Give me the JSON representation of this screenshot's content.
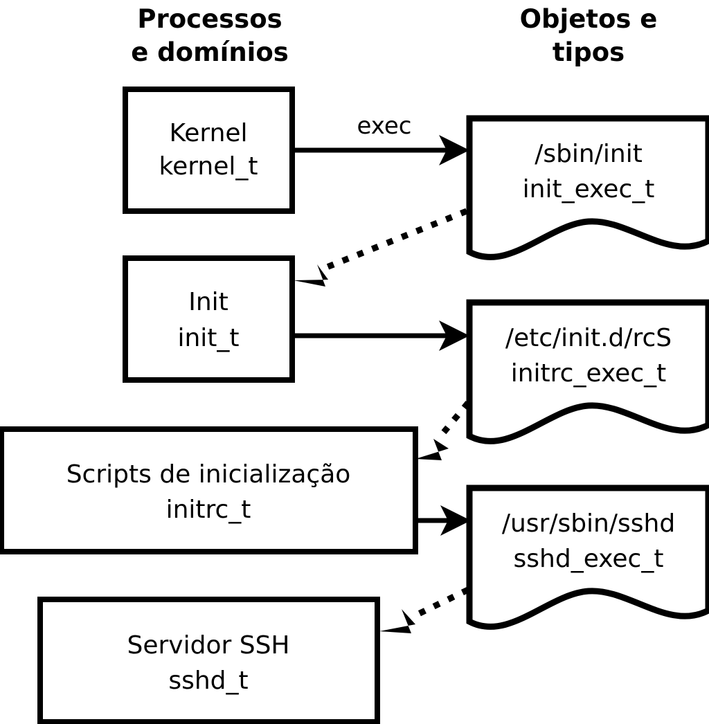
{
  "diagram": {
    "title_left": "Processos\ne domínios",
    "columns": [
      {
        "id": "processes",
        "line1": "Processos",
        "line2": "e domínios"
      },
      {
        "id": "objects",
        "line1": "Objetos e",
        "line2": "tipos"
      }
    ],
    "colors": {
      "stroke": "#000000",
      "fill": "#ffffff",
      "text": "#000000",
      "background": "#ffffff"
    },
    "process_nodes": [
      {
        "id": "kernel",
        "line1": "Kernel",
        "line2": "kernel_t"
      },
      {
        "id": "init",
        "line1": "Init",
        "line2": "init_t"
      },
      {
        "id": "initrc",
        "line1": "Scripts de inicialização",
        "line2": "initrc_t"
      },
      {
        "id": "sshd",
        "line1": "Servidor SSH",
        "line2": "sshd_t"
      }
    ],
    "object_nodes": [
      {
        "id": "init_exec",
        "line1": "/sbin/init",
        "line2": "init_exec_t"
      },
      {
        "id": "initrc_exec",
        "line1": "/etc/init.d/rcS",
        "line2": "initrc_exec_t"
      },
      {
        "id": "sshd_exec",
        "line1": "/usr/sbin/sshd",
        "line2": "sshd_exec_t"
      }
    ],
    "edges": [
      {
        "id": "kernel-exec-init_exec",
        "label": "exec",
        "style": "solid",
        "from": "kernel",
        "to": "init_exec"
      },
      {
        "id": "init_exec-transition-init",
        "label": "",
        "style": "dotted",
        "from": "init_exec",
        "to": "init"
      },
      {
        "id": "init-exec-initrc_exec",
        "label": "",
        "style": "solid",
        "from": "init",
        "to": "initrc_exec"
      },
      {
        "id": "initrc_exec-transition-initrc",
        "label": "",
        "style": "dotted",
        "from": "initrc_exec",
        "to": "initrc"
      },
      {
        "id": "initrc-exec-sshd_exec",
        "label": "",
        "style": "solid",
        "from": "initrc",
        "to": "sshd_exec"
      },
      {
        "id": "sshd_exec-transition-sshd",
        "label": "",
        "style": "dotted",
        "from": "sshd_exec",
        "to": "sshd"
      }
    ]
  }
}
